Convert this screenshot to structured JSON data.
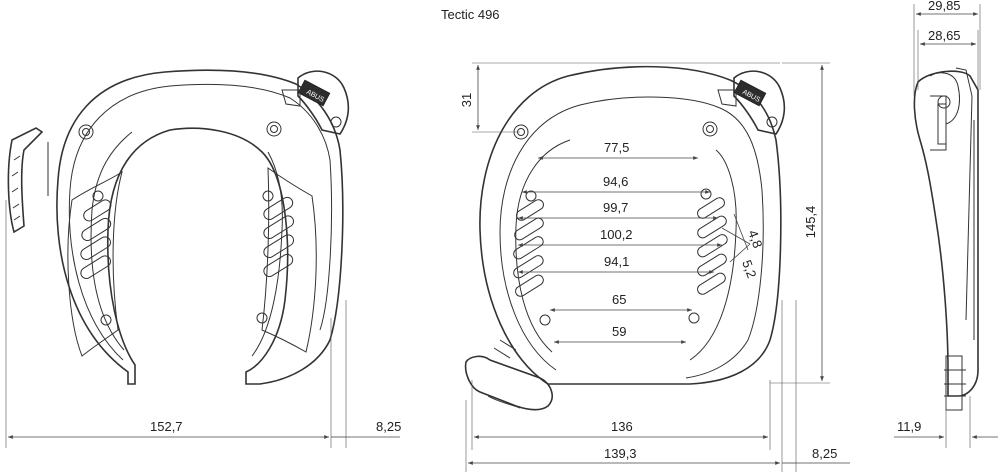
{
  "title": "Tectic 496",
  "logo_text": "ABUS",
  "dimensions": {
    "front_width": "152,7",
    "front_offset": "8,25",
    "back_width_inner": "136",
    "back_width_outer": "139,3",
    "back_offset": "8,25",
    "back_height": "145,4",
    "back_top": "31",
    "opening_1": "77,5",
    "opening_2": "94,6",
    "opening_3": "99,7",
    "opening_4": "100,2",
    "opening_5": "94,1",
    "opening_6": "65",
    "opening_7": "59",
    "slot_a": "4,8",
    "slot_b": "5,2",
    "side_width_outer": "29,85",
    "side_width_inner": "28,65",
    "side_base": "11,9"
  }
}
